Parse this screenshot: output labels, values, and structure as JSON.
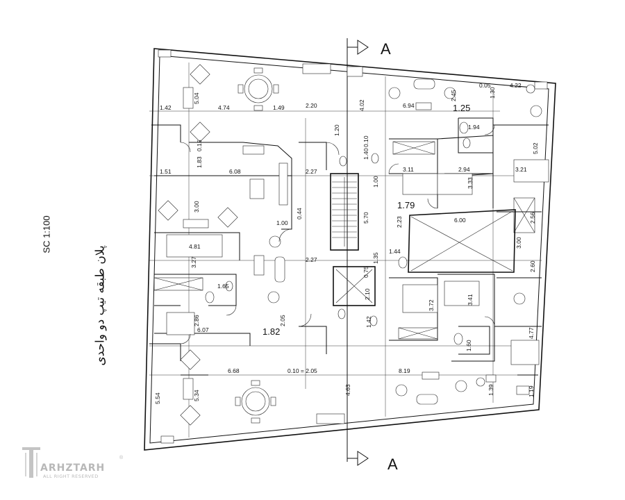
{
  "drawing": {
    "title_fa": "پلان طبقه تیپ دو واحدی",
    "scale": "SC 1:100",
    "section_marker": "A",
    "logo_name": "ARHZTARH",
    "logo_subtitle": "ALL RIGHT RESERVED",
    "logo_reg": "®"
  },
  "dimensions": {
    "d_4_74": "4.74",
    "d_1_42": "1.42",
    "d_1_49": "1.49",
    "d_2_20": "2.20",
    "d_4_02": "4.02",
    "d_6_94": "6.94",
    "d_1_25": "1.25",
    "d_0_05": "0.05",
    "d_1_30": "1.30",
    "d_4_22": "4.22",
    "d_2_45": "2.45",
    "d_5_04": "5.04",
    "d_1_51": "1.51",
    "d_6_08": "6.08",
    "d_2_27a": "2.27",
    "d_3_11": "3.11",
    "d_2_94": "2.94",
    "d_3_21": "3.21",
    "d_1_94": "1.94",
    "d_5_02": "5.02",
    "d_3_33": "3.33",
    "d_1_79": "1.79",
    "d_6_00": "6.00",
    "d_3_00b": "3.00",
    "d_2_56": "2.56",
    "d_2_23": "2.23",
    "d_5_70": "5.70",
    "d_3_00": "3.00",
    "d_4_81": "4.81",
    "d_3_27": "3.27",
    "d_1_00": "1.00",
    "d_0_44": "0.44",
    "d_2_27b": "2.27",
    "d_1_44": "1.44",
    "d_1_35": "1.35",
    "d_2_60": "2.60",
    "d_1_65": "1.65",
    "d_2_10": "2.10",
    "d_3_72": "3.72",
    "d_3_41": "3.41",
    "d_2_86": "2.86",
    "d_6_07": "6.07",
    "d_1_82": "1.82",
    "d_1_42b": "1.42",
    "d_1_60": "1.60",
    "d_4_77": "4.77",
    "d_6_68": "6.68",
    "d_0_10_2_05": "0.10 = 2.05",
    "d_4_63": "4.63",
    "d_8_19": "8.19",
    "d_5_54": "5.54",
    "d_5_34": "5.34",
    "d_1_39": "1.39",
    "d_1_19": "1.19",
    "d_1_83": "1.83",
    "d_0_15": "0.15",
    "d_1_20": "1.20",
    "d_1_40": "1.40",
    "d_0_10": "0.10",
    "d_1_00b": "1.00",
    "d_0_75": "0.75",
    "d_2_05b": "2.05"
  }
}
